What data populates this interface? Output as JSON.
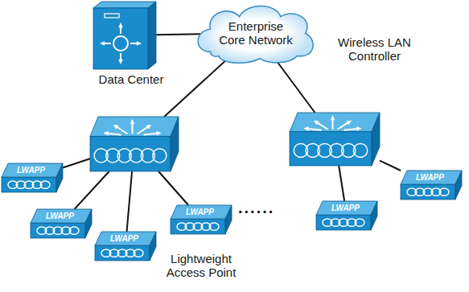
{
  "diagram": {
    "nodes": [
      {
        "text": [
          "Data Center"
        ]
      },
      {
        "text": [
          "Enterprise Core Network"
        ]
      },
      {
        "text": [
          "Wireless LAN Controller"
        ]
      },
      {
        "text": []
      },
      {
        "text": [
          "LWAPP"
        ]
      },
      {
        "text": [
          "LWAPP"
        ]
      },
      {
        "text": [
          "LWAPP"
        ]
      },
      {
        "text": [
          "LWAPP",
          "Lightweight Access Point"
        ]
      },
      {
        "text": [
          "LWAPP"
        ]
      },
      {
        "text": [
          "LWAPP"
        ]
      }
    ],
    "edges": [
      {
        "from": 0,
        "to": 1,
        "arrow": "none"
      },
      {
        "from": 1,
        "to": 3,
        "arrow": "none"
      },
      {
        "from": 1,
        "to": 2,
        "arrow": "none"
      },
      {
        "from": 3,
        "to": 4,
        "arrow": "none"
      },
      {
        "from": 3,
        "to": 5,
        "arrow": "none"
      },
      {
        "from": 3,
        "to": 6,
        "arrow": "none"
      },
      {
        "from": 3,
        "to": 7,
        "arrow": "none"
      },
      {
        "from": 2,
        "to": 8,
        "arrow": "none"
      },
      {
        "from": 2,
        "to": 9,
        "arrow": "none"
      }
    ],
    "labels": [
      "......"
    ]
  }
}
